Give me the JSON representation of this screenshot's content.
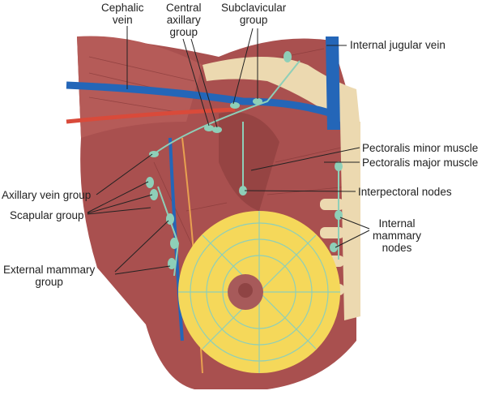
{
  "labels": {
    "cephalic_vein": [
      "Cephalic",
      "vein"
    ],
    "central_axillary_group": [
      "Central",
      "axillary",
      "group"
    ],
    "subclavicular_group": [
      "Subclavicular",
      "group"
    ],
    "internal_jugular_vein": "Internal jugular vein",
    "pectoralis_minor_muscle": "Pectoralis minor muscle",
    "pectoralis_major_muscle": "Pectoralis major muscle",
    "interpectoral_nodes": "Interpectoral nodes",
    "internal_mammary_nodes": [
      "Internal",
      "mammary",
      "nodes"
    ],
    "axillary_vein_group": "Axillary vein group",
    "scapular_group": "Scapular group",
    "external_mammary_group": [
      "External mammary",
      "group"
    ]
  },
  "colors": {
    "muscle": "#a9504f",
    "muscle_dark": "#7f3434",
    "bone": "#ecd9b0",
    "vein": "#2466b8",
    "artery": "#d94a3a",
    "lymph": "#8ecfb8",
    "breast": "#f5d85a",
    "areola": "#a75a5a"
  }
}
